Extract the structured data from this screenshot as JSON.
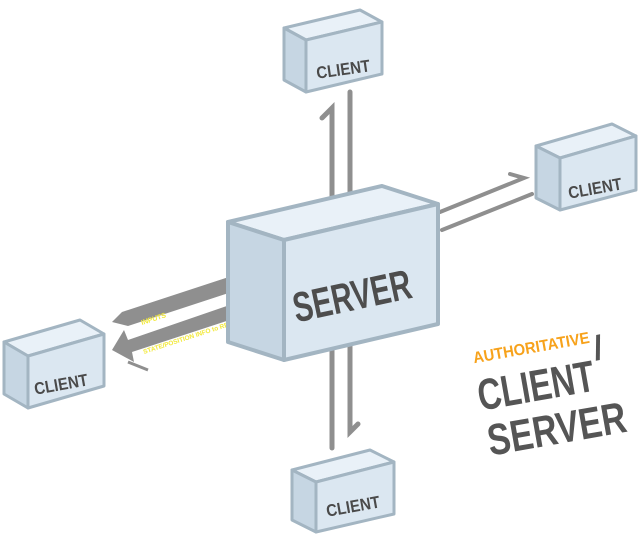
{
  "diagram": {
    "server_label": "SERVER",
    "clients": [
      {
        "id": "top",
        "label": "CLIENT"
      },
      {
        "id": "right",
        "label": "CLIENT"
      },
      {
        "id": "left",
        "label": "CLIENT"
      },
      {
        "id": "bottom",
        "label": "CLIENT"
      }
    ],
    "arrows": {
      "inputs_label": "INPUTS",
      "state_label": "STATE/POSITION INFO to RENDER"
    },
    "title": {
      "line1": "AUTHORITATIVE",
      "line2": "CLIENT",
      "slash": "/",
      "line3": "SERVER"
    },
    "colors": {
      "box_face": "#dbe7f1",
      "box_top": "#e9f1f8",
      "box_side": "#c6d6e3",
      "box_stroke": "#a3b5c2",
      "arrow_gray": "#8f8f8f",
      "arrow_text": "#f2e93a",
      "title_orange": "#f7a21b",
      "title_gray": "#555555"
    }
  }
}
